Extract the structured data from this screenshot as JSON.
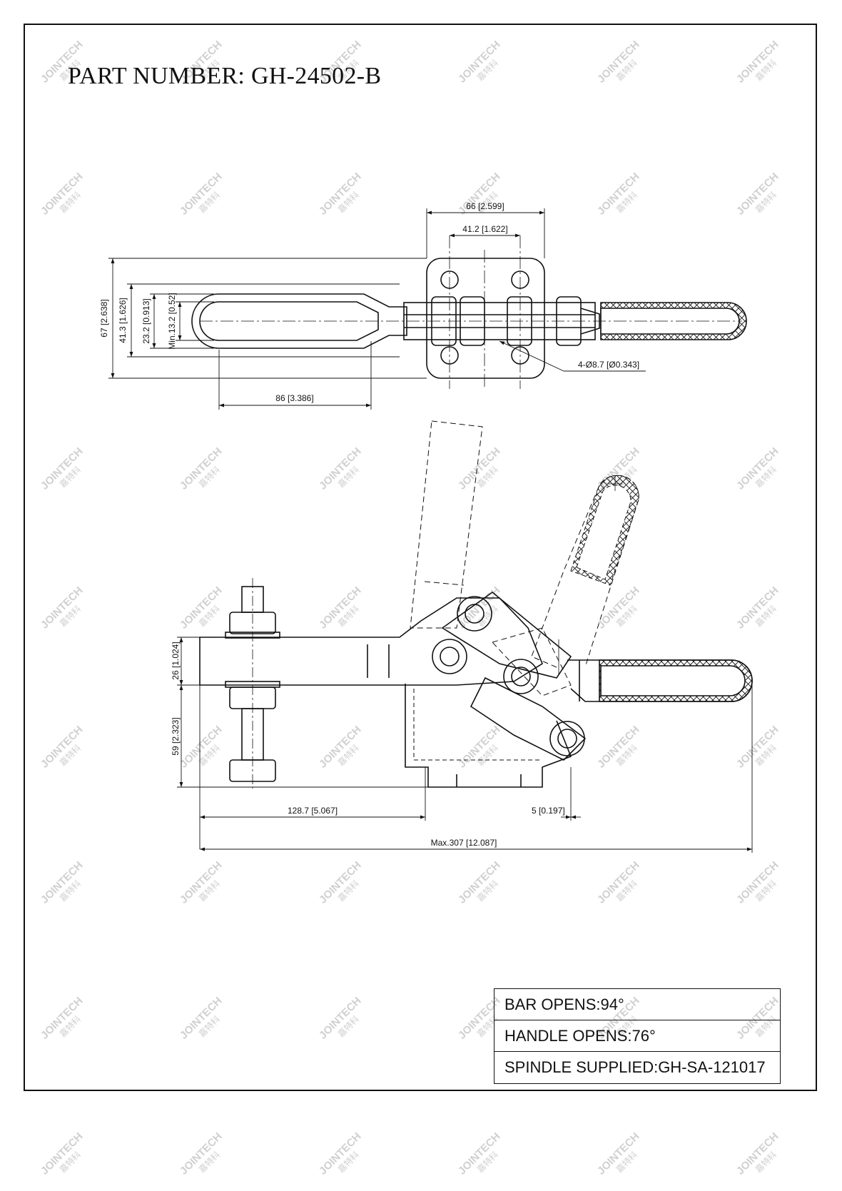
{
  "title": "PART NUMBER:  GH-24502-B",
  "watermark": {
    "en": "JOINTECH",
    "cn": "嘉特科",
    "color": "#d0d0d0"
  },
  "top_view": {
    "dims": {
      "width_outer": "66 [2.599]",
      "width_holes": "41.2 [1.622]",
      "height_total": "67 [2.638]",
      "height_mid": "41.3 [1.626]",
      "height_bar": "23.2 [0.913]",
      "height_min": "Min.13.2 [0.52]",
      "slot_length": "86 [3.386]",
      "holes": "4-Ø8.7 [Ø0.343]"
    }
  },
  "side_view": {
    "dims": {
      "bar_height": "26 [1.024]",
      "spindle_height": "59 [2.323]",
      "reach": "128.7 [5.067]",
      "base_offset": "5 [0.197]",
      "overall_length": "Max.307 [12.087]"
    }
  },
  "specs": [
    "BAR OPENS:94°",
    "HANDLE OPENS:76°",
    "SPINDLE SUPPLIED:GH-SA-121017"
  ]
}
